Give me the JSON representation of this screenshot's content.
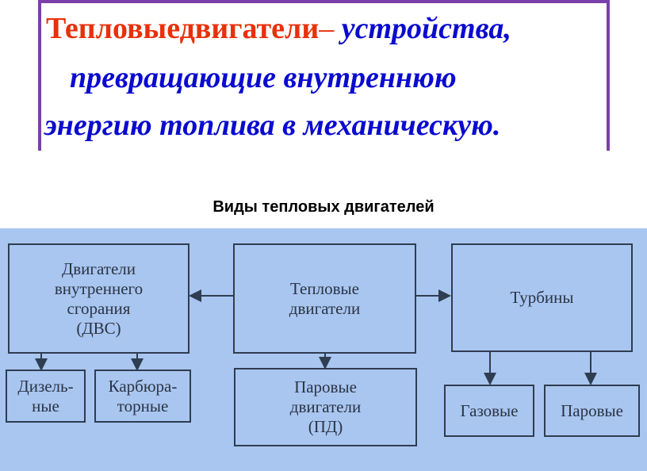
{
  "definition": {
    "term": "Тепловыедвигатели",
    "dash": "–",
    "line1_rest": " устройства,",
    "line2": "превращающие внутреннюю",
    "line3": "энергию топлива в механическую."
  },
  "subtitle": "Виды тепловых двигателей",
  "diagram": {
    "ice": "Двигатели\nвнутреннего\nсгорания\n(ДВС)",
    "heat_engines": "Тепловые\nдвигатели",
    "turbines": "Турбины",
    "diesel": "Дизель-\nные",
    "carburetor": "Карбюра-\nторные",
    "steam_engines": "Паровые\nдвигатели\n(ПД)",
    "gas": "Газовые",
    "steam": "Паровые"
  },
  "colors": {
    "term": "#e8300a",
    "definition": "#0a0ad0",
    "frame": "#7a3fa8",
    "diagram_bg": "#a9c6f0"
  }
}
